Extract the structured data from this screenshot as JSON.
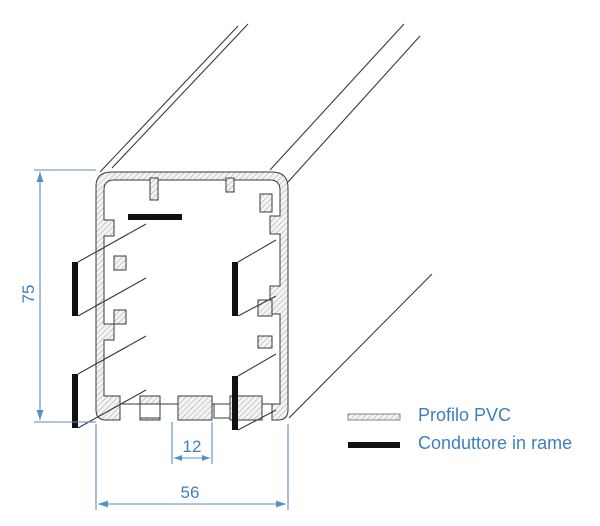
{
  "dimensions": {
    "height_label": "75",
    "width_label": "56",
    "slot_label": "12"
  },
  "legend": [
    {
      "label": "Profilo PVC",
      "swatch": "hatched"
    },
    {
      "label": "Conduttore in rame",
      "swatch": "solid-black"
    }
  ],
  "colors": {
    "dimension": "#5a8fc6",
    "label": "#3f7fbf",
    "conductor": "#111111",
    "outline": "#3a3a3a"
  }
}
